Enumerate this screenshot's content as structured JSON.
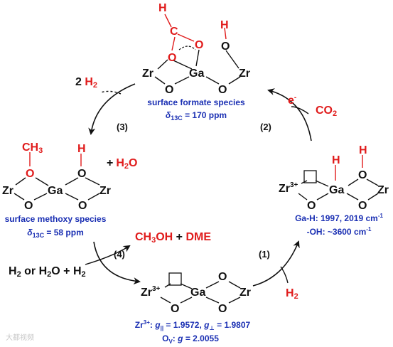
{
  "formate": {
    "atom_H": "H",
    "atom_C": "C",
    "atom_O1": "O",
    "atom_O2": "O",
    "atom_OH_H": "H",
    "atom_OH_O": "O",
    "atom_Zr_left": "Zr",
    "atom_Ga": "Ga",
    "atom_Zr_right": "Zr",
    "atom_O_bottom_left": "O",
    "atom_O_bottom_right": "O",
    "caption": "surface formate species",
    "shift_symbol": "δ",
    "shift_sub": "13C",
    "shift_value": " = 170 ppm"
  },
  "methoxy": {
    "atom_CH3": "CH",
    "atom_CH3_sub": "3",
    "atom_O_methoxy": "O",
    "atom_OH_H": "H",
    "atom_OH_O": "O",
    "atom_Zr_left": "Zr",
    "atom_Ga": "Ga",
    "atom_Zr_right": "Zr",
    "atom_O_bottom_left": "O",
    "atom_O_bottom_right": "O",
    "plus": "+",
    "h2o_main": "H",
    "h2o_sub": "2",
    "h2o_tail": "O",
    "caption": "surface methoxy species",
    "shift_symbol": "δ",
    "shift_sub": "13C",
    "shift_value": " = 58 ppm"
  },
  "hydride": {
    "atom_Zr3": "Zr",
    "atom_Zr3_sup": "3+",
    "atom_H_Ga": "H",
    "atom_OH_H": "H",
    "atom_OH_O": "O",
    "atom_Ga": "Ga",
    "atom_Zr_right": "Zr",
    "atom_O_bottom_left": "O",
    "atom_O_bottom_right": "O",
    "gah_label": "Ga-H: 1997, 2019 cm",
    "gah_sup": "-1",
    "oh_label": "-OH: ~3600 cm",
    "oh_sup": "-1"
  },
  "vacancy": {
    "atom_Zr3": "Zr",
    "atom_Zr3_sup": "3+",
    "atom_Ga": "Ga",
    "atom_Zr_right": "Zr",
    "atom_O_top": "O",
    "atom_O_bottom_left": "O",
    "atom_O_bottom_right": "O",
    "epr_zr": "Zr",
    "epr_zr_sup": "3+",
    "epr_g_par_sym": "g",
    "epr_g_par_sub": "||",
    "epr_g_par_val": " = 1.9572, ",
    "epr_g_perp_sym": "g",
    "epr_g_perp_sub": "⊥",
    "epr_g_perp_val": " = 1.9807",
    "epr_ov": "O",
    "epr_ov_sub": "V",
    "epr_ov_colon": ": ",
    "epr_ov_g": "g",
    "epr_ov_val": " = 2.0055"
  },
  "steps": {
    "step1": "(1)",
    "step2": "(2)",
    "step3": "(3)",
    "step4": "(4)"
  },
  "reagents": {
    "two_h2_coef": "2 ",
    "two_h2_H": "H",
    "two_h2_sub": "2",
    "eminus": "e",
    "eminus_sup": "-",
    "co2_main": "CO",
    "co2_sub": "2",
    "h2_step1_main": "H",
    "h2_step1_sub": "2",
    "h2_or": "H",
    "h2_or_sub1": "2",
    "h2_or_mid": " or H",
    "h2_or_sub2": "2",
    "h2_or_mid2": "O + H",
    "h2_or_sub3": "2",
    "ch3oh": "CH",
    "ch3oh_sub": "3",
    "ch3oh_tail": "OH",
    "plus": " + ",
    "dme": "DME"
  },
  "watermark": {
    "text": "大都视频"
  },
  "colors": {
    "red": "#e01b1b",
    "blue": "#1a2fb3",
    "black": "#111111"
  }
}
